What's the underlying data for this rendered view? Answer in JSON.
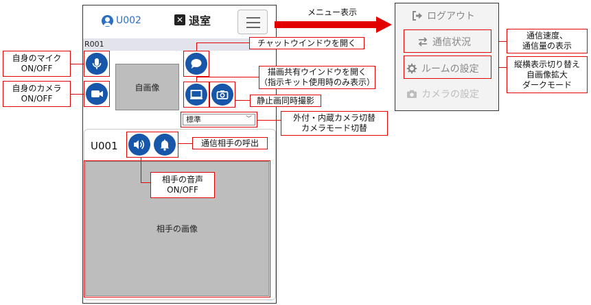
{
  "header": {
    "user_id": "U002",
    "exit_label": "退室"
  },
  "room": {
    "id": "R001"
  },
  "self": {
    "video_label": "自画像"
  },
  "quality": {
    "selected": "標準"
  },
  "peer": {
    "id": "U001",
    "video_label": "相手の画像"
  },
  "menu": {
    "title": "メニュー表示",
    "items": [
      {
        "label": "ログアウト",
        "icon": "sign-out-icon"
      },
      {
        "label": "通信状況",
        "icon": "swap-arrows-icon"
      },
      {
        "label": "ルームの設定",
        "icon": "gear-icon"
      },
      {
        "label": "カメラの設定",
        "icon": "camera-icon"
      }
    ]
  },
  "callouts": {
    "mic": [
      "自身のマイク",
      "ON/OFF"
    ],
    "camera": [
      "自身のカメラ",
      "ON/OFF"
    ],
    "chat": [
      "チャットウインドウを開く"
    ],
    "draw": [
      "描画共有ウインドウを開く",
      "（指示キット使用時のみ表示）"
    ],
    "snapshot": [
      "静止画同時撮影"
    ],
    "camera_switch": [
      "外付・内蔵カメラ切替",
      "カメラモード切替"
    ],
    "call_peer": [
      "通信相手の呼出"
    ],
    "peer_audio": [
      "相手の音声",
      "ON/OFF"
    ],
    "comm_status": [
      "通信速度、",
      "通信量の表示"
    ],
    "room_settings": [
      "縦横表示切り替え",
      "自画像拡大",
      "ダークモード"
    ]
  },
  "colors": {
    "accent": "#1756a9",
    "callout": "#e30000",
    "link": "#2a6fc1"
  }
}
